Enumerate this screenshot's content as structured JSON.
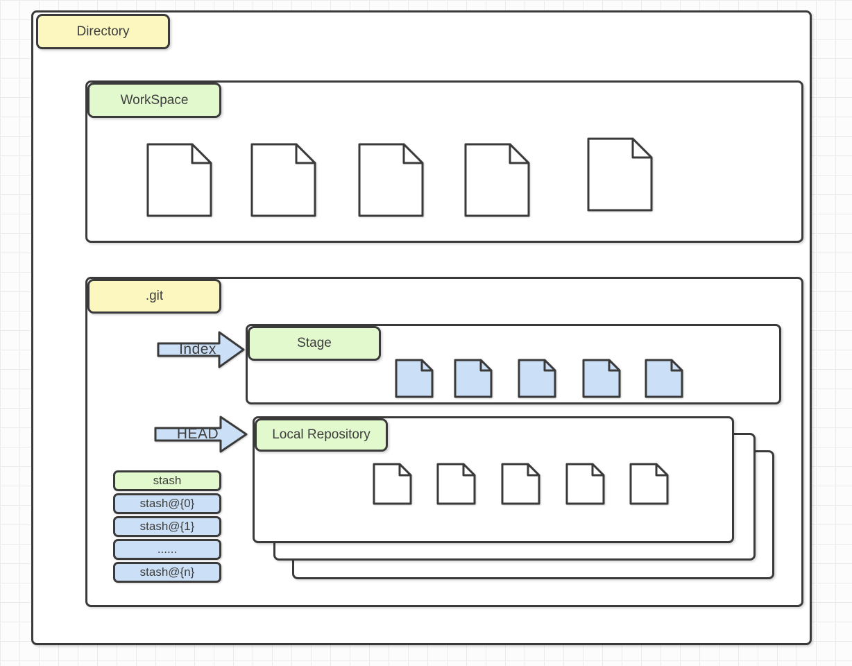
{
  "directory": {
    "label": "Directory"
  },
  "workspace": {
    "label": "WorkSpace",
    "file_count": 5
  },
  "git": {
    "label": ".git"
  },
  "arrows": {
    "index_label": "Index",
    "head_label": "HEAD"
  },
  "stage": {
    "label": "Stage",
    "file_count": 5
  },
  "local_repository": {
    "label": "Local Repository",
    "file_count": 5,
    "stack_count": 3
  },
  "stash": {
    "label": "stash",
    "entries": [
      "stash@{0}",
      "stash@{1}",
      "......",
      "stash@{n}"
    ]
  },
  "colors": {
    "label_yellow": "#fbf7bf",
    "label_green": "#e2f8cd",
    "item_blue": "#cbe0f6",
    "border_dark": "#3a3a3a",
    "text": "#3d3d3d",
    "box_fill": "#ffffff"
  }
}
